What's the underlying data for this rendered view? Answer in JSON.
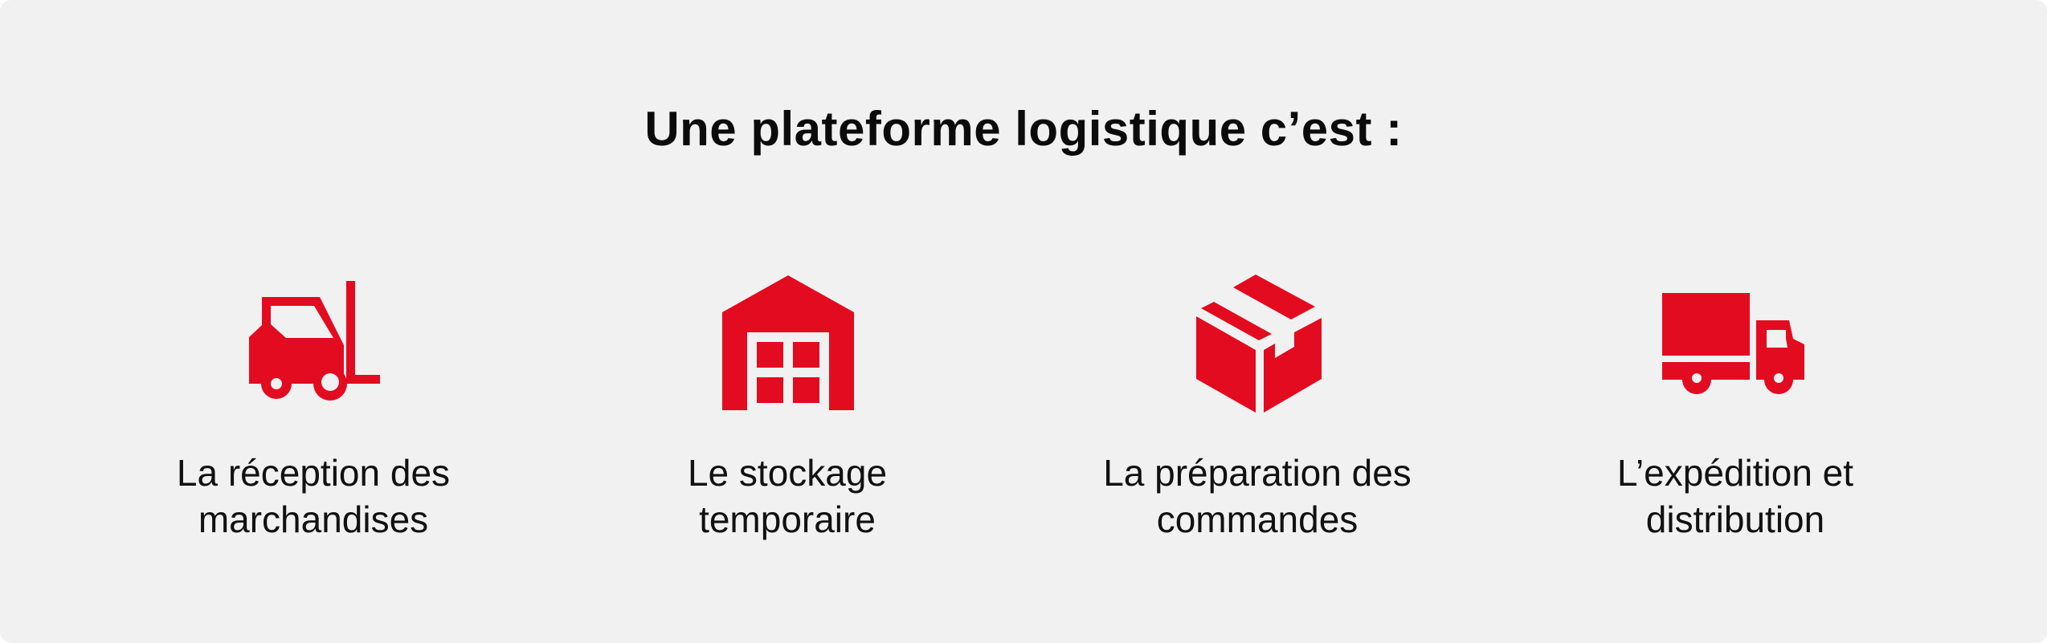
{
  "title": "Une plateforme logistique c’est :",
  "accent_color": "#e30b20",
  "background_color": "#f2f1f1",
  "items": [
    {
      "icon": "forklift-icon",
      "label_line1": "La réception des",
      "label_line2": "marchandises"
    },
    {
      "icon": "warehouse-icon",
      "label_line1": "Le stockage",
      "label_line2": "temporaire"
    },
    {
      "icon": "package-box-icon",
      "label_line1": "La préparation des",
      "label_line2": "commandes"
    },
    {
      "icon": "delivery-truck-icon",
      "label_line1": "L’expédition et",
      "label_line2": "distribution"
    }
  ]
}
